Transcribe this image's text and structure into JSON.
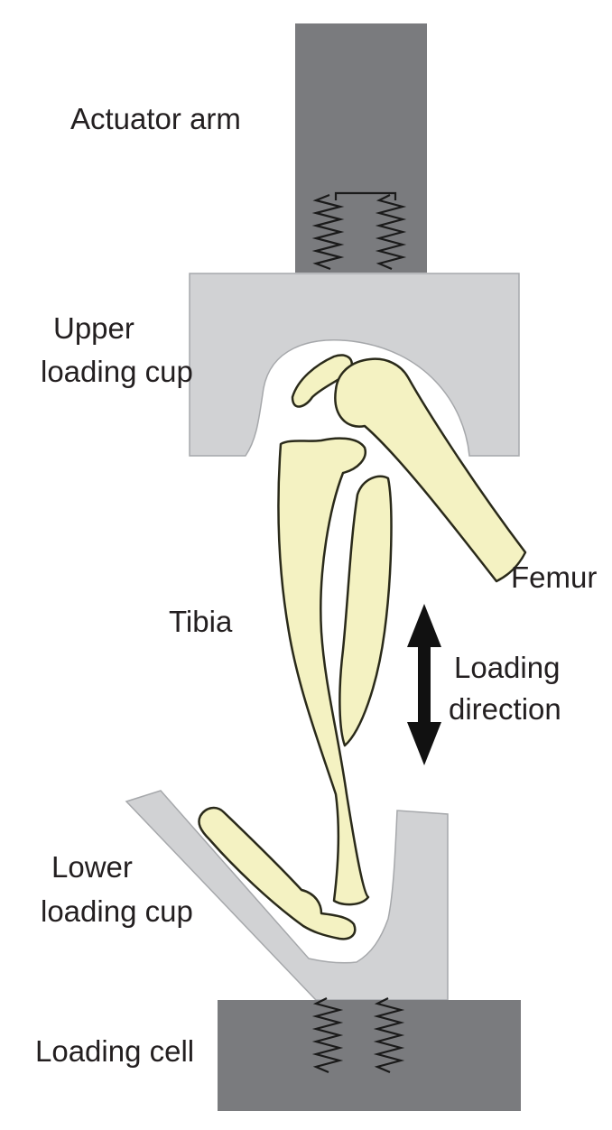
{
  "labels": {
    "actuator_arm": "Actuator arm",
    "upper_cup_line1": "Upper",
    "upper_cup_line2": "loading cup",
    "femur": "Femur",
    "tibia": "Tibia",
    "loading_direction_line1": "Loading",
    "loading_direction_line2": "direction",
    "lower_cup_line1": "Lower",
    "lower_cup_line2": "loading cup",
    "loading_cell": "Loading cell"
  },
  "colors": {
    "block": "#7a7b7e",
    "cup": "#d1d2d4",
    "bone": "#f4f2c2",
    "arrow": "#111111",
    "text": "#231f20"
  }
}
